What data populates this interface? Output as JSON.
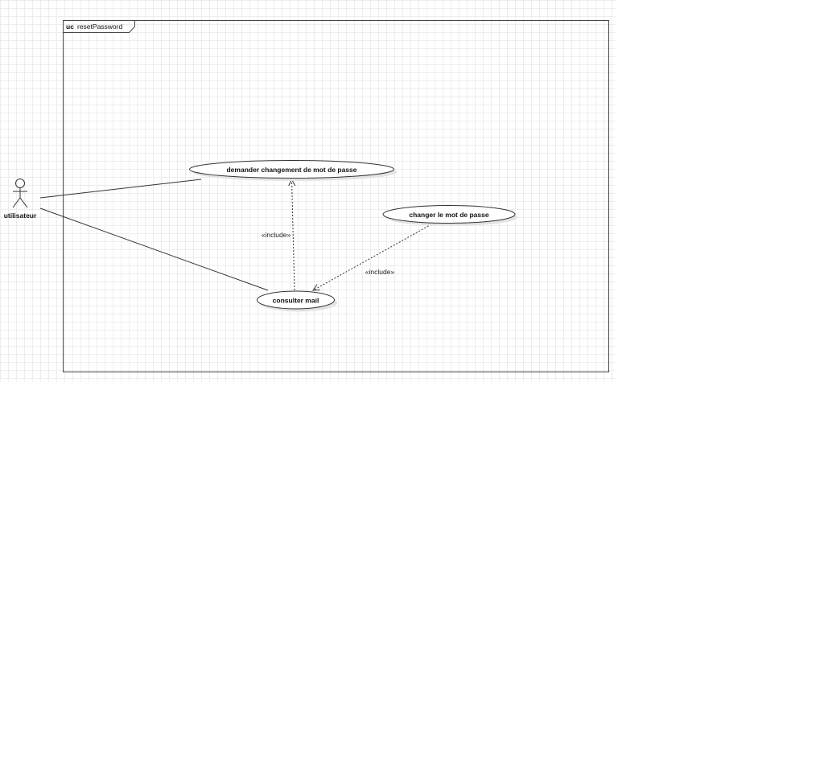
{
  "frame": {
    "keyword": "uc",
    "name": "resetPassword"
  },
  "actor": {
    "label": "utilisateur"
  },
  "use_cases": {
    "demander": "demander changement de mot de passe",
    "changer": "changer le mot de passe",
    "consulter": "consulter mail"
  },
  "relations": {
    "include_1": "«include»",
    "include_2": "«include»"
  },
  "colors": {
    "stroke": "#333333",
    "grid": "#ededed",
    "shadow": "#e3e3e3"
  }
}
